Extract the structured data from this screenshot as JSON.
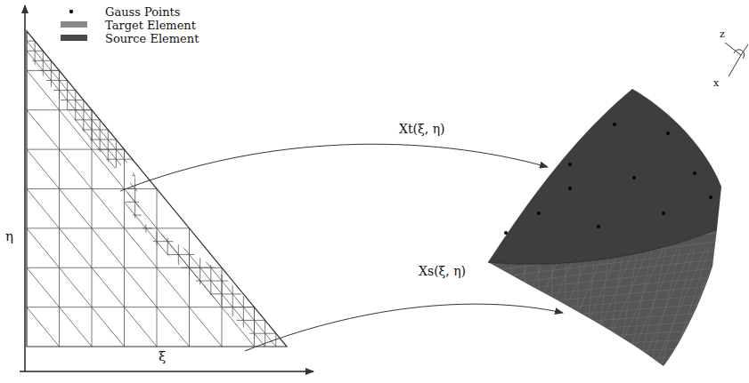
{
  "diagram": {
    "labels": [
      "η",
      "ξ",
      "Xt(ξ, η)",
      "Xs(ξ, η)",
      "z",
      "x"
    ],
    "legend": [
      {
        "text": "Gauss Points"
      },
      {
        "text": "Target Element",
        "color": "#8a8a8a"
      },
      {
        "text": "Source Element",
        "color": "#4a4a4a"
      }
    ]
  }
}
